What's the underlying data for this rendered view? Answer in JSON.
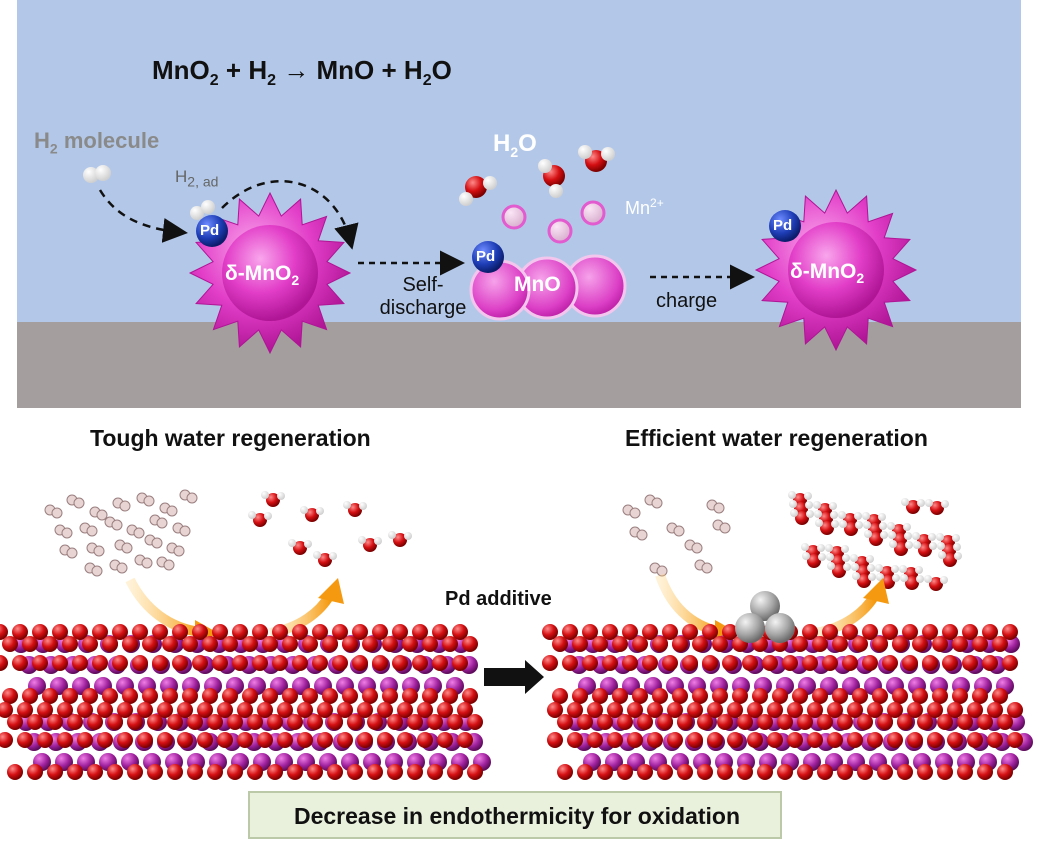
{
  "equation": {
    "mno2": "MnO",
    "mno2_sub": "2",
    "plus1": "+",
    "h2": "H",
    "h2_sub": "2",
    "arrow": "→",
    "mno": "MnO",
    "plus2": "+",
    "h2o": "H",
    "h2o_sub": "2",
    "h2o_end": "O"
  },
  "labels": {
    "h2_molecule_main": "H",
    "h2_molecule_sub": "2",
    "h2_molecule_word": "molecule",
    "h2_ad_main": "H",
    "h2_ad_sub": "2, ad",
    "h2o_main": "H",
    "h2o_sub": "2",
    "h2o_end": "O",
    "mn_main": "Mn",
    "mn_sup": "2+",
    "self_line1": "Self-",
    "self_line2": "discharge",
    "charge": "charge",
    "delta_mno2_left_main": "δ-MnO",
    "delta_mno2_left_sub": "2",
    "mno_material": "MnO",
    "delta_mno2_right_main": "δ-MnO",
    "delta_mno2_right_sub": "2",
    "pd_1": "Pd",
    "pd_2": "Pd",
    "pd_3": "Pd"
  },
  "bottom": {
    "left_title": "Tough water regeneration",
    "right_title": "Efficient water regeneration",
    "pd_additive": "Pd additive",
    "conclusion": "Decrease in endothermicity for oxidation"
  },
  "colors": {
    "panel_bg": "#b3c8e8",
    "substrate": "#a49e9e",
    "mno2_magenta": "#e23ec8",
    "pd_blue": "#1f3fb8",
    "oxygen_red": "#d40f12",
    "mn_purple": "#a0229e",
    "box_bg": "#e9f1dc",
    "arrow_orange": "#f5a21b"
  }
}
